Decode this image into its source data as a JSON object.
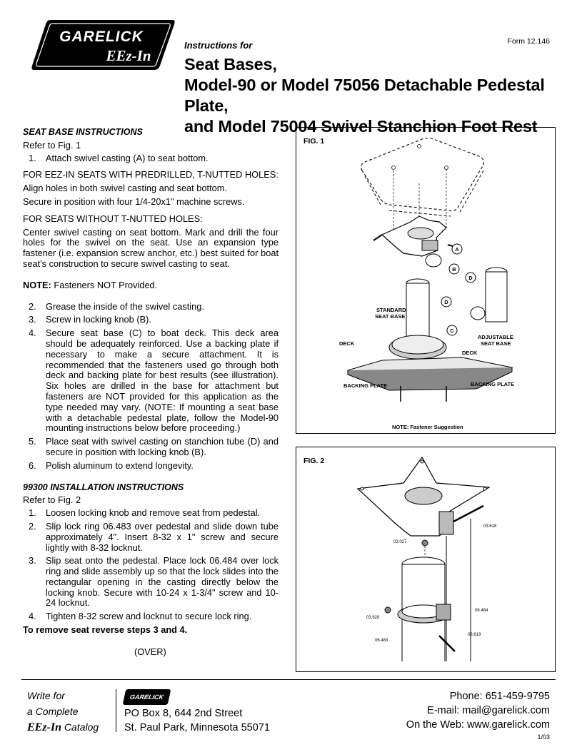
{
  "header": {
    "logo_brand": "GARELICK",
    "logo_sub": "EEz-In",
    "instructions_for": "Instructions for",
    "title_lines": [
      "Seat Bases,",
      "Model-90 or Model 75056 Detachable Pedestal Plate,",
      "and Model 75004 Swivel Stanchion Foot Rest"
    ],
    "form_number": "Form 12.146"
  },
  "seat_base": {
    "heading": "SEAT BASE INSTRUCTIONS",
    "refer": "Refer to Fig. 1",
    "step1": "Attach swivel casting (A) to seat bottom.",
    "predrilled_heading": "FOR EEZ-IN SEATS WITH PREDRILLED, T-NUTTED HOLES:",
    "predrilled_line1": "Align holes in both swivel casting and seat bottom.",
    "predrilled_line2": "Secure in position with four 1/4-20x1\" machine screws.",
    "no_tnut_heading": "FOR SEATS WITHOUT T-NUTTED HOLES:",
    "no_tnut_text": "Center swivel casting on seat bottom. Mark and drill the four holes for the swivel on the seat. Use an expansion type fastener (i.e. expansion screw anchor, etc.) best suited for boat seat's construction to secure swivel casting to seat.",
    "note_label": "NOTE:",
    "note_text": "Fasteners NOT Provided.",
    "step2": "Grease the inside of the swivel casting.",
    "step3": "Screw in locking knob (B).",
    "step4": "Secure seat base (C) to boat deck. This deck area should be adequately reinforced. Use a backing plate if necessary to make a secure attachment. It is recommended that the fasteners used go through both deck and backing plate for best results (see illustration). Six holes are drilled in the base for attachment but fasteners are NOT provided for this application as the type needed may vary. (NOTE: If mounting a seat base with a detachable pedestal plate, follow the Model-90 mounting instructions below before proceeding.)",
    "step5": "Place seat with swivel casting on stanchion tube (D) and secure in position with locking knob (B).",
    "step6": "Polish aluminum to extend longevity."
  },
  "install": {
    "heading": "99300 INSTALLATION INSTRUCTIONS",
    "refer": "Refer to Fig. 2",
    "step1": "Loosen locking knob and remove seat from pedestal.",
    "step2": "Slip lock ring 06.483 over pedestal and slide down tube approximately 4\". Insert 8-32 x 1\" screw and secure lightly with 8-32 locknut.",
    "step3": "Slip seat onto the pedestal. Place lock 06.484 over lock ring and slide assembly up so that the lock slides into the rectangular opening in the casting directly below the locking knob. Secure with 10-24 x 1-3/4\" screw and 10-24 locknut.",
    "step4": "Tighten 8-32 screw and locknut to secure lock ring.",
    "remove": "To remove seat reverse steps 3 and 4.",
    "over": "(OVER)"
  },
  "fig1": {
    "label": "FIG. 1",
    "a": "A",
    "b": "B",
    "c": "C",
    "d": "D",
    "d2": "D",
    "standard_l1": "STANDARD",
    "standard_l2": "SEAT BASE",
    "adjustable_l1": "ADJUSTABLE",
    "adjustable_l2": "SEAT BASE",
    "deck_left": "DECK",
    "deck_right": "DECK",
    "backing_left": "BACKING PLATE",
    "backing_right": "BACKING PLATE",
    "note": "NOTE: Fastener Suggestion"
  },
  "fig2": {
    "label": "FIG. 2",
    "p618": "03.618",
    "p027": "03.027",
    "p484": "06.484",
    "p620": "03.620",
    "p619": "03.619",
    "p483": "06.483"
  },
  "footer": {
    "write_for": "Write for",
    "a_complete": "a Complete",
    "eezin": "EEz-In",
    "catalog": "Catalog",
    "logo_small": "GARELICK",
    "address1": "PO Box 8, 644 2nd Street",
    "address2": "St. Paul Park, Minnesota 55071",
    "phone": "Phone: 651-459-9795",
    "email": "E-mail: mail@garelick.com",
    "web": "On the Web: www.garelick.com",
    "revision": "1/03"
  }
}
